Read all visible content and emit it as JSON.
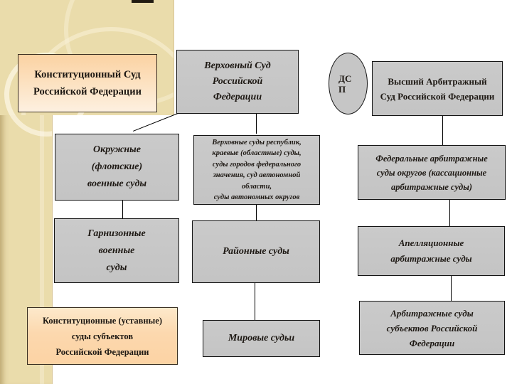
{
  "slide": {
    "nodes": {
      "constitutional_court": {
        "lines": [
          "Конституционный Суд",
          "Российской Федерации"
        ]
      },
      "supreme_court": {
        "lines": [
          "Верховный Суд",
          "Российской",
          "Федерации"
        ]
      },
      "dsp_ellipse": {
        "lines": [
          "ДС",
          "П"
        ]
      },
      "higher_arbitration_court": {
        "lines": [
          "Высший Арбитражный",
          "Суд Российской Федерации"
        ]
      },
      "district_military_courts": {
        "lines": [
          "Окружные",
          "(флотские)",
          "военные суды"
        ]
      },
      "regional_level_courts": {
        "lines": [
          "Верховные суды республик,",
          "краевые (областные) суды,",
          "суды городов федерального",
          "значения, суд автономной",
          "области,",
          "суды автономных округов"
        ]
      },
      "federal_arbitration_district_courts": {
        "lines": [
          "Федеральные арбитражные",
          "суды округов (кассационные",
          "арбитражные суды)"
        ]
      },
      "garrison_military_courts": {
        "lines": [
          "Гарнизонные",
          "военные",
          "суды"
        ]
      },
      "district_courts": {
        "lines": [
          "Районные суды"
        ]
      },
      "appellate_arbitration_courts": {
        "lines": [
          "Апелляционные",
          "арбитражные суды"
        ]
      },
      "constitutional_charter_courts": {
        "lines": [
          "Конституционные (уставные)",
          "суды субъектов",
          "Российской Федерации"
        ]
      },
      "justices_of_the_peace": {
        "lines": [
          "Мировые судьи"
        ]
      },
      "arbitration_courts_of_subjects": {
        "lines": [
          "Арбитражные суды",
          "субъектов Российской",
          "Федерации"
        ]
      }
    },
    "colors": {
      "sidebar_beige": "#eadcab",
      "sidebar_edge": "#d8c596",
      "ring_light": "#faf3dd",
      "accent_bar": "#211b12",
      "gray_box_fill": "#c6c6c6",
      "gray_box_border": "#141414",
      "peach_box_light": "#fdf0e0",
      "peach_box_dark": "#fbd2a2",
      "text": "#1d1813",
      "connector": "#000000"
    }
  }
}
